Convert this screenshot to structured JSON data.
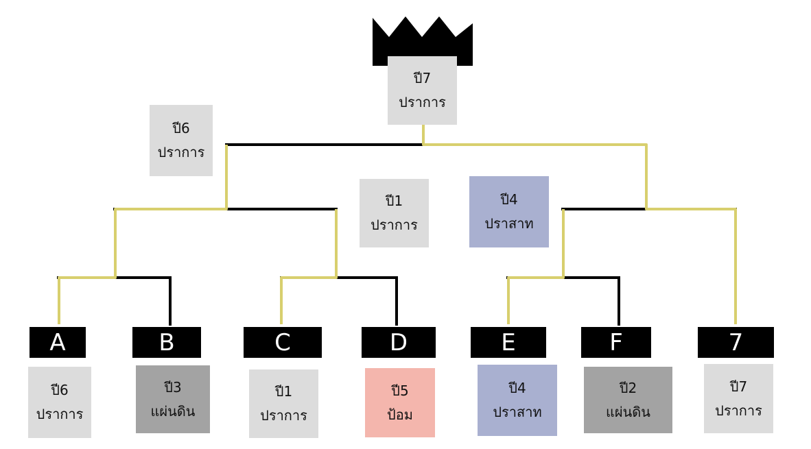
{
  "colors": {
    "black_line": "#000000",
    "winner_line": "#d8cf6e",
    "gray_light": "#dcdcdc",
    "gray_dark": "#a3a3a3",
    "blue": "#a9b0d0",
    "pink": "#f4b6ad"
  },
  "icons": {
    "crown": "crown-icon"
  },
  "champion": {
    "year": "ปี7",
    "item": "ปราการ"
  },
  "semifinal_left": {
    "year": "ปี6",
    "item": "ปราการ"
  },
  "quarter_left": {
    "year": "ปี1",
    "item": "ปราการ"
  },
  "quarter_right": {
    "year": "ปี4",
    "item": "ปราสาท"
  },
  "teams": [
    {
      "label": "A",
      "year": "ปี6",
      "item": "ปราการ"
    },
    {
      "label": "B",
      "year": "ปี3",
      "item": "แผ่นดิน"
    },
    {
      "label": "C",
      "year": "ปี1",
      "item": "ปราการ"
    },
    {
      "label": "D",
      "year": "ปี5",
      "item": "ป้อม"
    },
    {
      "label": "E",
      "year": "ปี4",
      "item": "ปราสาท"
    },
    {
      "label": "F",
      "year": "ปี2",
      "item": "แผ่นดิน"
    },
    {
      "label": "7",
      "year": "ปี7",
      "item": "ปราการ"
    }
  ]
}
